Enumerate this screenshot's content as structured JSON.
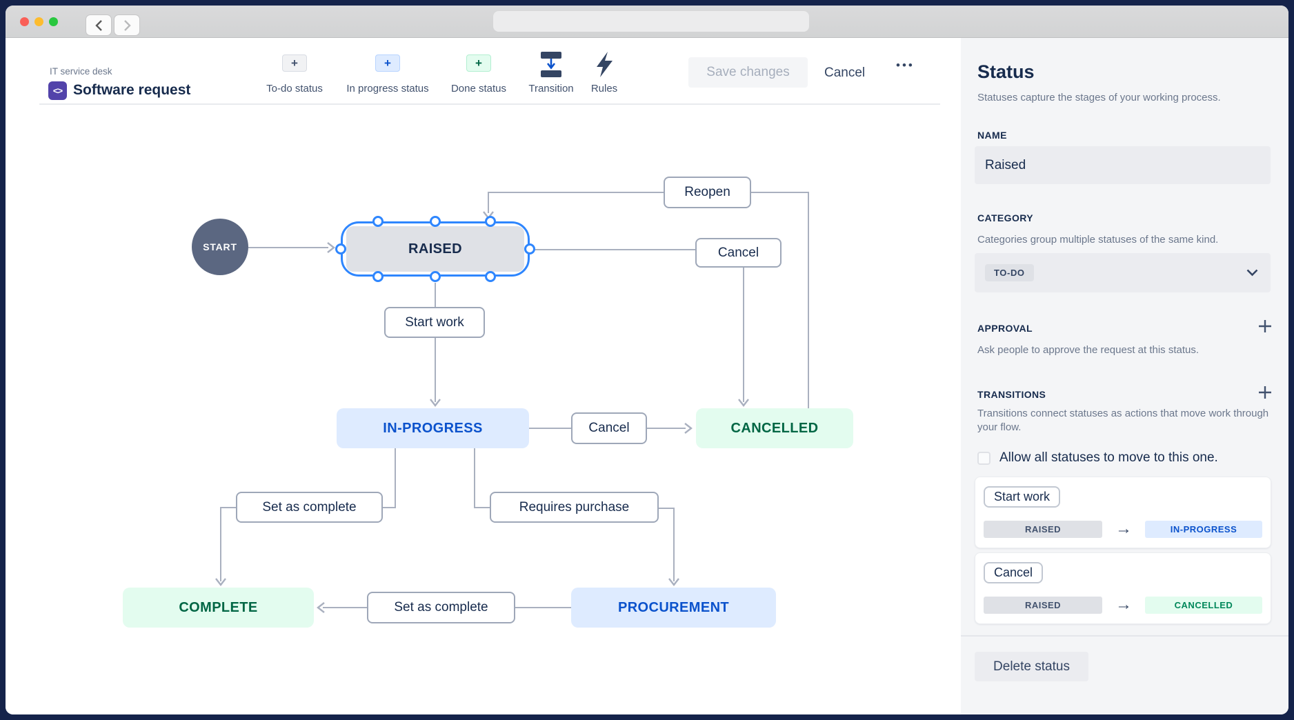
{
  "titlebar": {
    "url_value": ""
  },
  "toolbar": {
    "breadcrumb": "IT service desk",
    "project_icon_glyph": "<>",
    "title": "Software request",
    "buttons": [
      {
        "label": "To-do status"
      },
      {
        "label": "In progress status"
      },
      {
        "label": "Done status"
      },
      {
        "label": "Transition"
      },
      {
        "label": "Rules"
      }
    ],
    "plus_glyph": "+",
    "save_label": "Save changes",
    "cancel_label": "Cancel",
    "more_glyph": "•••"
  },
  "canvas": {
    "start_label": "START",
    "statuses": {
      "raised": "RAISED",
      "in_progress": "IN-PROGRESS",
      "cancelled": "CANCELLED",
      "complete": "COMPLETE",
      "procurement": "PROCUREMENT"
    },
    "transitions": {
      "reopen": "Reopen",
      "cancel_top": "Cancel",
      "start_work": "Start work",
      "cancel_mid": "Cancel",
      "set_complete_upper": "Set as complete",
      "requires_purchase": "Requires purchase",
      "set_complete_lower": "Set as complete"
    }
  },
  "panel": {
    "title": "Status",
    "subtitle": "Statuses capture the stages of your working process.",
    "name_label": "NAME",
    "name_value": "Raised",
    "category_label": "CATEGORY",
    "category_help": "Categories group multiple statuses of the same kind.",
    "category_value": "TO-DO",
    "approval_label": "APPROVAL",
    "approval_help": "Ask people to approve the request at this status.",
    "transitions_label": "TRANSITIONS",
    "transitions_help": "Transitions connect statuses as actions that move work through your flow.",
    "allow_all_label": "Allow all statuses to move to this one.",
    "cards": [
      {
        "action": "Start work",
        "from": "RAISED",
        "arrow": "→",
        "to": "IN-PROGRESS"
      },
      {
        "action": "Cancel",
        "from": "RAISED",
        "arrow": "→",
        "to": "CANCELLED"
      }
    ],
    "delete_label": "Delete status"
  },
  "colors": {
    "selection_blue": "#2e86fe",
    "todo_bg": "#dfe1e6",
    "inprogress_bg": "#deebff",
    "inprogress_text": "#0b52cc",
    "done_bg": "#e3fcef",
    "done_text": "#006644",
    "connector": "#a9b0bf",
    "panel_bg": "#f4f5f7",
    "traffic_red": "#f95f57",
    "traffic_yellow": "#fdbc2e",
    "traffic_green": "#29c73f"
  }
}
